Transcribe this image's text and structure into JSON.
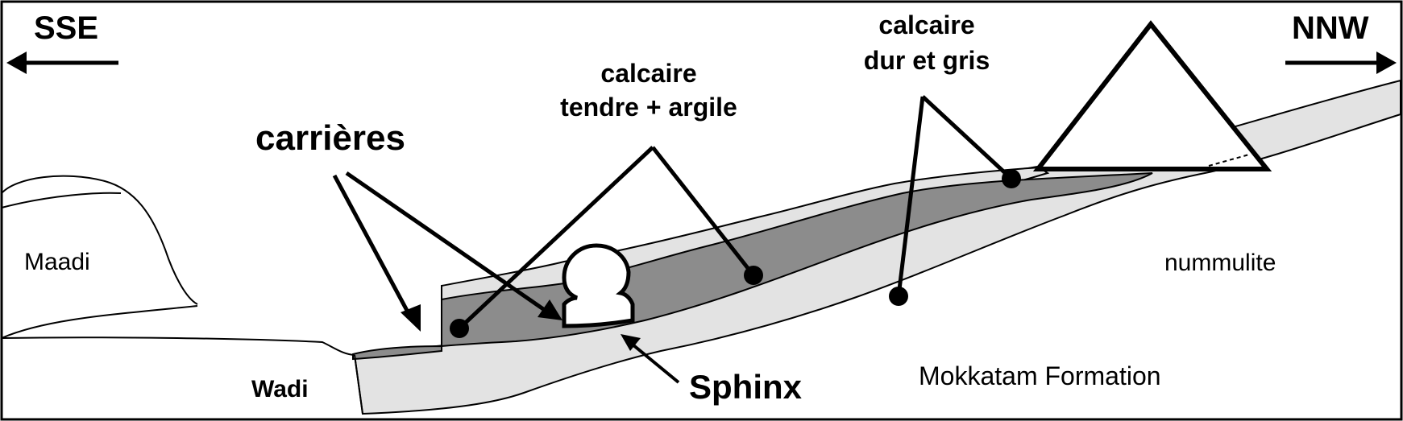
{
  "directions": {
    "left": "SSE",
    "right": "NNW"
  },
  "labels": {
    "quarries": "carrières",
    "soft_limestone_line1": "calcaire",
    "soft_limestone_line2": "tendre + argile",
    "hard_limestone_line1": "calcaire",
    "hard_limestone_line2": "dur et gris",
    "maadi": "Maadi",
    "wadi": "Wadi",
    "sphinx": "Sphinx",
    "nummulite": "nummulite",
    "mokkatam": "Mokkatam Formation"
  },
  "colors": {
    "outline": "#000000",
    "light_layer": "#e3e3e3",
    "dark_layer": "#8c8c8c",
    "background": "#ffffff"
  }
}
